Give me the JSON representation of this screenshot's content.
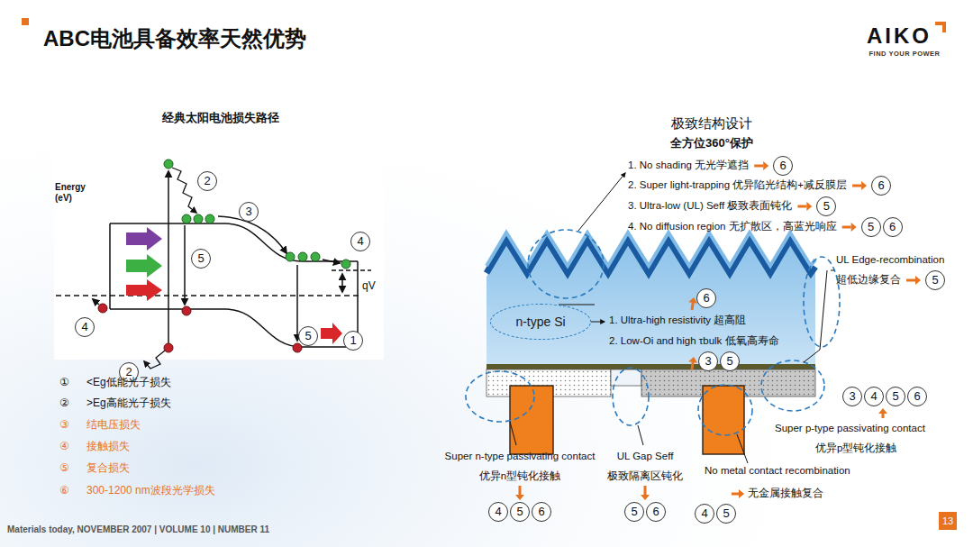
{
  "diagram": {
    "title": "ABC电池具备效率天然优势",
    "nodes": [
      {
        "text": [
          "n-type Si"
        ]
      }
    ],
    "labels": [
      "经典太阳电池损失路径",
      "Energy (eV)",
      "2",
      "3",
      "4",
      "5",
      "5",
      "4",
      "2",
      "1",
      "qV",
      "①",
      "<Eg低能光子损失",
      "②",
      ">Eg高能光子损失",
      "③",
      "结电压损失",
      "④",
      "接触损失",
      "⑤",
      "复合损失",
      "⑥",
      "300-1200 nm波段光学损失",
      "Materials today, NOVEMBER 2007 | VOLUME 10 | NUMBER 11",
      "AIKO",
      "FIND YOUR POWER",
      "13",
      "极致结构设计",
      "全方位360°保护",
      "1. No shading 无光学遮挡",
      "6",
      "2. Super light-trapping 优异陷光结构+减反膜层",
      "6",
      "3. Ultra-low (UL) Seff 极致表面钝化",
      "5",
      "4. No diffusion region 无扩散区，高蓝光响应",
      "5",
      "6",
      "UL Edge-recombination",
      "超低边缘复合",
      "5",
      "6",
      "1. Ultra-high resistivity 超高阻",
      "2. Low-Oi and high τbulk 低氧高寿命",
      "3",
      "5",
      "3",
      "4",
      "5",
      "6",
      "Super p-type passivating contact",
      "优异p型钝化接触",
      "Super n-type passivating contact",
      "优异n型钝化接触",
      "4",
      "5",
      "6",
      "UL Gap Seff",
      "极致隔离区钝化",
      "5",
      "6",
      "No metal contact recombination",
      "无金属接触复合",
      "4",
      "5"
    ]
  }
}
